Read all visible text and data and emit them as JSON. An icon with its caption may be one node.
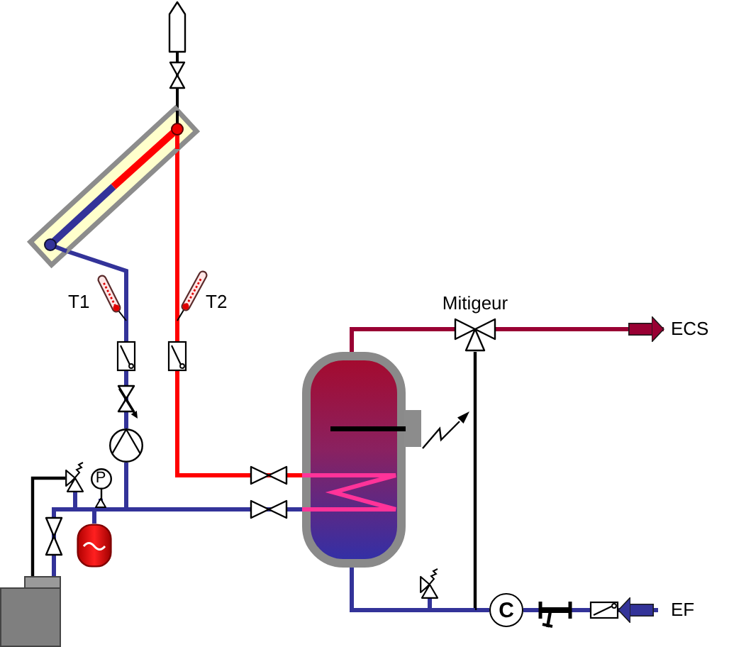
{
  "diagram": {
    "nodes": [
      {
        "text": [],
        "shape": "box"
      },
      {
        "text": [],
        "shape": "picture"
      },
      {
        "text": [],
        "shape": "picture",
        "beside": [
          "Mitigeur"
        ]
      },
      {
        "text": [
          "ECS"
        ]
      },
      {
        "text": [],
        "shape": "cylinder"
      },
      {
        "text": [],
        "shape": "picture"
      },
      {
        "text": [],
        "shape": "picture"
      },
      {
        "text": [
          "P"
        ]
      },
      {
        "text": [],
        "shape": "cylinder"
      },
      {
        "text": [],
        "shape": "picture"
      },
      {
        "text": [],
        "shape": "box"
      },
      {
        "text": [
          "C"
        ]
      },
      {
        "text": [],
        "shape": "box"
      },
      {
        "text": [
          "EF"
        ]
      }
    ],
    "edges": [
      {
        "from": 1,
        "to": 0,
        "arrow": "none",
        "color": "#000000"
      },
      {
        "from": 1,
        "to": 4,
        "arrow": "none",
        "color": "#ff0000"
      },
      {
        "from": 4,
        "to": 5,
        "arrow": "none"
      },
      {
        "from": 5,
        "to": 1,
        "arrow": "none"
      },
      {
        "from": 4,
        "to": 2,
        "arrow": "none",
        "color": "#990033"
      },
      {
        "from": 2,
        "to": 3,
        "arrow": "to",
        "color": "#990033"
      },
      {
        "from": 4,
        "to": 6,
        "arrow": "none"
      },
      {
        "from": 6,
        "to": 10,
        "arrow": "none",
        "color": "#000000"
      },
      {
        "from": 4,
        "to": 7,
        "arrow": "to"
      },
      {
        "from": 4,
        "to": 8,
        "arrow": "none"
      },
      {
        "from": 4,
        "to": 10,
        "arrow": "none"
      },
      {
        "from": 11,
        "to": 4,
        "arrow": "none"
      },
      {
        "from": 11,
        "to": 9,
        "arrow": "none"
      },
      {
        "from": 11,
        "to": 2,
        "arrow": "none",
        "color": "#000000"
      },
      {
        "from": 13,
        "to": 12,
        "arrow": "to"
      },
      {
        "from": 12,
        "to": 11,
        "arrow": "none"
      }
    ],
    "labels": [
      "T1",
      "T2"
    ]
  }
}
